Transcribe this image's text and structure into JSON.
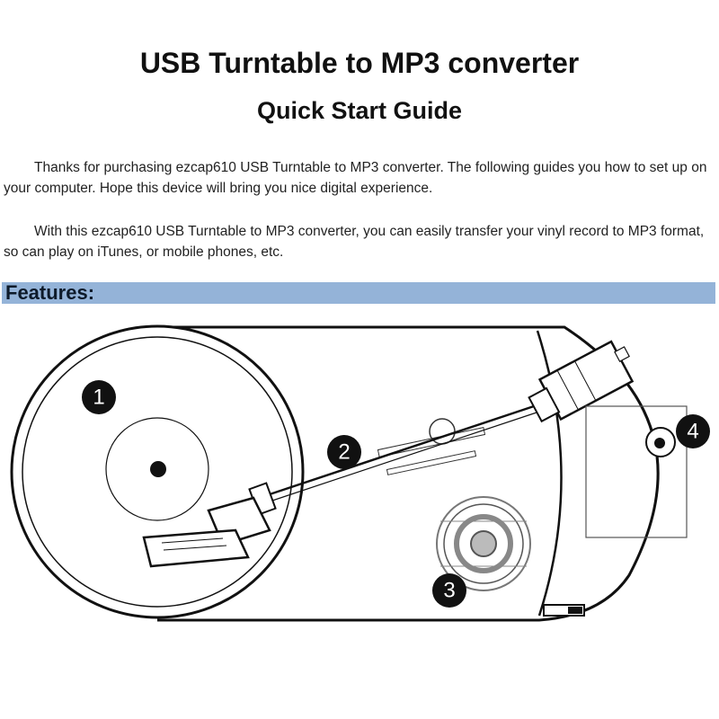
{
  "header": {
    "title": "USB Turntable to MP3 converter",
    "subtitle": "Quick Start Guide"
  },
  "body": {
    "paragraph_1": "Thanks for purchasing ezcap610 USB Turntable to MP3 converter. The following guides you how to set up on your computer. Hope this device will bring you nice digital experience.",
    "paragraph_2": "With this ezcap610 USB Turntable to MP3 converter, you can easily transfer your vinyl record to MP3 format, so can play on iTunes, or mobile phones, etc."
  },
  "section": {
    "features_label": "Features:",
    "bar_color": "#94b3d8"
  },
  "diagram": {
    "callouts": [
      "1",
      "2",
      "3",
      "4"
    ]
  }
}
